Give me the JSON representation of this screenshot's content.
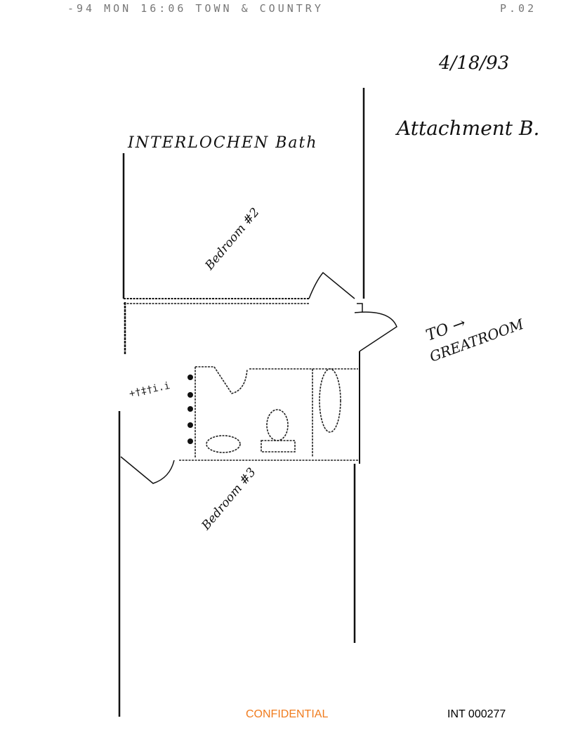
{
  "fax_header": {
    "left": "-94 MON 16:06 TOWN & COUNTRY",
    "page": "P.02"
  },
  "handwritten": {
    "date": "4/18/93",
    "attachment": "Attachment B.",
    "title": "INTERLOCHEN Bath",
    "bedroom2": "Bedroom #2",
    "bedroom3": "Bedroom #3",
    "to_label": "TO →",
    "greatroom": "GREATROOM"
  },
  "footer": {
    "confidential": "CONFIDENTIAL",
    "bates": "INT 000277",
    "confidential_color": "#f07c1e"
  }
}
